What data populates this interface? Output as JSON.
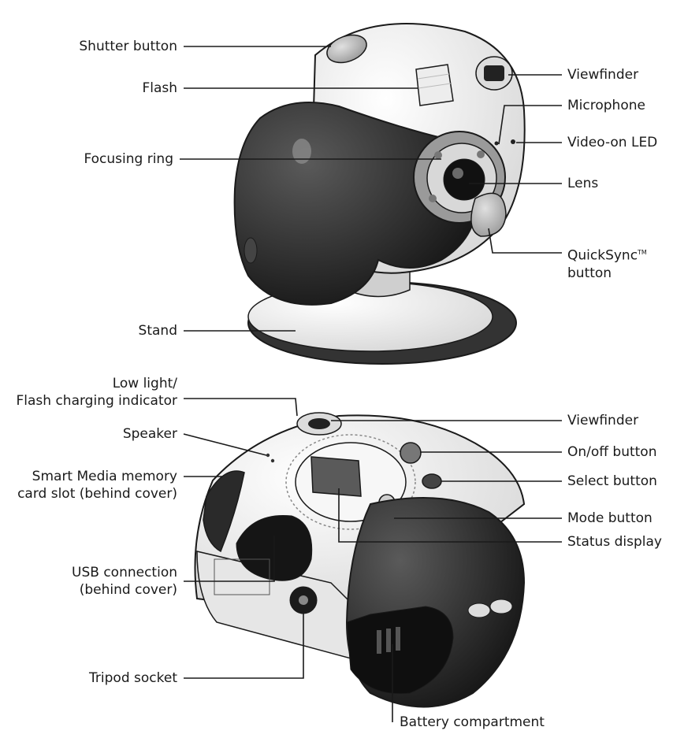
{
  "labels": {
    "shutter_button": "Shutter button",
    "flash": "Flash",
    "focusing_ring": "Focusing ring",
    "stand": "Stand",
    "viewfinder_front": "Viewfinder",
    "microphone": "Microphone",
    "video_on_led": "Video-on LED",
    "lens": "Lens",
    "quicksync_line1": "QuickSync",
    "quicksync_tm": "TM",
    "quicksync_line2": "button",
    "low_light_line1": "Low light/",
    "low_light_line2": "Flash charging indicator",
    "speaker": "Speaker",
    "smart_media_line1": "Smart Media memory",
    "smart_media_line2": "card slot (behind cover)",
    "usb_line1": "USB connection",
    "usb_line2": "(behind cover)",
    "tripod_socket": "Tripod socket",
    "viewfinder_back": "Viewfinder",
    "on_off_button": "On/off button",
    "select_button": "Select button",
    "mode_button": "Mode button",
    "status_display": "Status display",
    "battery_compartment": "Battery compartment"
  },
  "colors": {
    "body_light": "#f4f4f4",
    "body_dark": "#2a2a2a",
    "outline": "#1a1a1a",
    "accent_gray": "#bdbdbd"
  }
}
